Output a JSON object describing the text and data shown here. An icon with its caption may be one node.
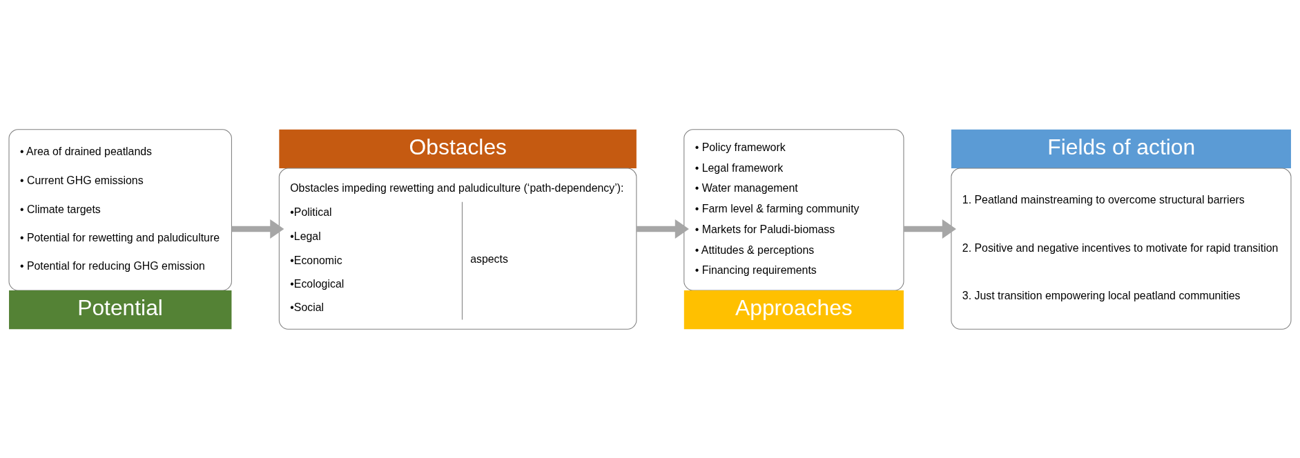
{
  "diagram": {
    "nodes": [
      {
        "text": [
          "• Area of drained peatlands",
          "• Current GHG emissions",
          "• Climate targets",
          "• Potential for rewetting and paludiculture",
          "• Potential for reducing GHG emission",
          "Potential"
        ]
      },
      {
        "text": [
          "Obstacles",
          "Obstacles impeding rewetting and paludiculture (‘path-dependency’):",
          "•Political",
          "•Legal",
          "•Economic",
          "•Ecological",
          "•Social",
          "aspects"
        ]
      },
      {
        "text": [
          "• Policy framework",
          "• Legal framework",
          "• Water management",
          "• Farm level & farming community",
          "• Markets for Paludi-biomass",
          "• Attitudes & perceptions",
          "• Financing requirements",
          "Approaches"
        ]
      },
      {
        "text": [
          "Fields of action",
          "1. Peatland mainstreaming to overcome structural barriers",
          "2. Positive and negative incentives to motivate for rapid transition",
          "3. Just transition empowering local peatland communities"
        ]
      }
    ],
    "edges": [
      {
        "from": 0,
        "to": 1,
        "arrow": "to"
      },
      {
        "from": 1,
        "to": 2,
        "arrow": "to"
      },
      {
        "from": 2,
        "to": 3,
        "arrow": "to"
      }
    ]
  }
}
